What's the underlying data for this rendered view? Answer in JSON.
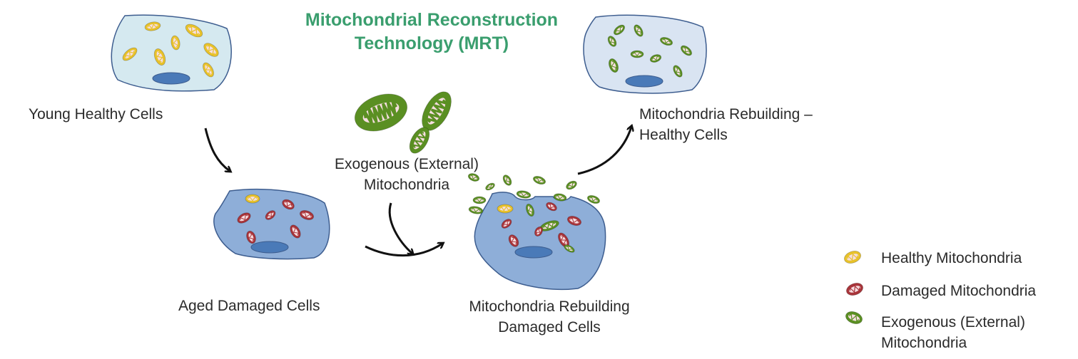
{
  "title": {
    "line1": "Mitochondrial Reconstruction",
    "line2": "Technology (MRT)"
  },
  "labels": {
    "young": "Young Healthy Cells",
    "aged": "Aged Damaged Cells",
    "exogenous_line1": "Exogenous (External)",
    "exogenous_line2": "Mitochondria",
    "rebuilding_damaged_line1": "Mitochondria Rebuilding",
    "rebuilding_damaged_line2": "Damaged Cells",
    "rebuilding_healthy_line1": "Mitochondria Rebuilding –",
    "rebuilding_healthy_line2": "Healthy Cells"
  },
  "legend": [
    {
      "label": "Healthy Mitochondria",
      "type": "healthy"
    },
    {
      "label": "Damaged Mitochondria",
      "type": "damaged"
    },
    {
      "label_line1": "Exogenous (External)",
      "label_line2": "Mitochondria",
      "type": "exogenous"
    }
  ],
  "colors": {
    "title": "#3a9e6e",
    "healthy": "#e8c22a",
    "damaged": "#a8343a",
    "exogenous": "#5a8f22",
    "inner": "#f6dde0",
    "young_cell": "#d5e9f0",
    "aged_cell": "#8eaed8",
    "healed_cell": "#d9e4f2",
    "nucleus": "#4a7ab8",
    "cell_stroke": "#3d5d8f"
  }
}
